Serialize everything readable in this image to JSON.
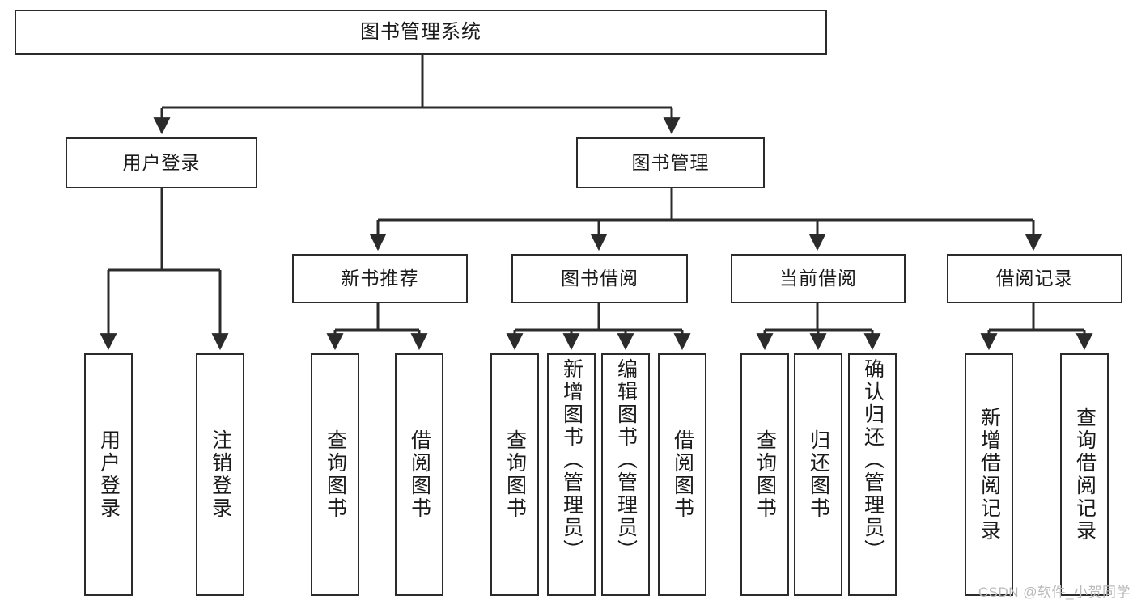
{
  "diagram": {
    "title": "图书管理系统",
    "type": "tree",
    "watermark": "CSDN @软件_小贺同学",
    "colors": {
      "border": "#2b2b2b",
      "background": "#ffffff",
      "text": "#1a1a1a",
      "connector": "#333333",
      "watermark": "#b9b9b9"
    },
    "root": {
      "label": "图书管理系统"
    },
    "level2": [
      {
        "label": "用户登录"
      },
      {
        "label": "图书管理"
      }
    ],
    "level3": [
      {
        "label": "新书推荐"
      },
      {
        "label": "图书借阅"
      },
      {
        "label": "当前借阅"
      },
      {
        "label": "借阅记录"
      }
    ],
    "leaves": {
      "user_login": [
        {
          "label": "用户登录"
        },
        {
          "label": "注销登录"
        }
      ],
      "new_book": [
        {
          "label": "查询图书"
        },
        {
          "label": "借阅图书"
        }
      ],
      "book_borrow": [
        {
          "label": "查询图书"
        },
        {
          "label": "新增图书（管理员）"
        },
        {
          "label": "编辑图书（管理员）"
        },
        {
          "label": "借阅图书"
        }
      ],
      "current_borrow": [
        {
          "label": "查询图书"
        },
        {
          "label": "归还图书"
        },
        {
          "label": "确认归还（管理员）"
        }
      ],
      "borrow_record": [
        {
          "label": "新增借阅记录"
        },
        {
          "label": "查询借阅记录"
        }
      ]
    }
  }
}
